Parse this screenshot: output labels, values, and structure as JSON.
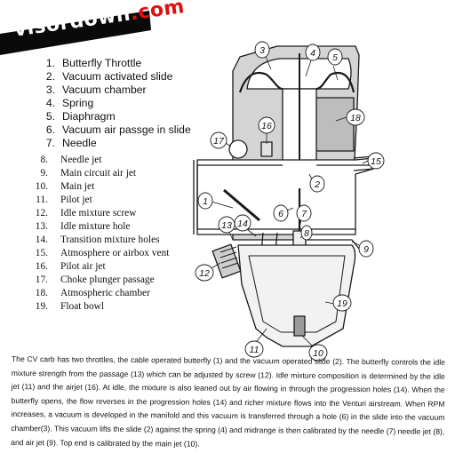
{
  "logo": {
    "text_white": "visordown",
    "text_red": ".com"
  },
  "legend_primary": [
    {
      "num": "1.",
      "label": "Butterfly Throttle"
    },
    {
      "num": "2.",
      "label": "Vacuum activated slide"
    },
    {
      "num": "3.",
      "label": "Vacuum chamber"
    },
    {
      "num": "4.",
      "label": "Spring"
    },
    {
      "num": "5.",
      "label": "Diaphragm"
    },
    {
      "num": "6.",
      "label": "Vacuum air passge in slide"
    },
    {
      "num": "7.",
      "label": "Needle"
    }
  ],
  "legend_secondary": [
    {
      "num": "8.",
      "label": "Needle jet"
    },
    {
      "num": "9.",
      "label": "Main circuit air jet"
    },
    {
      "num": "10.",
      "label": "Main jet"
    },
    {
      "num": "11.",
      "label": "Pilot jet"
    },
    {
      "num": "12.",
      "label": "Idle mixture screw"
    },
    {
      "num": "13.",
      "label": "Idle mixture hole"
    },
    {
      "num": "14.",
      "label": "Transition mixture holes"
    },
    {
      "num": "15.",
      "label": "Atmosphere or airbox vent"
    },
    {
      "num": "16.",
      "label": "Pilot air jet"
    },
    {
      "num": "17.",
      "label": "Choke plunger passage"
    },
    {
      "num": "18.",
      "label": "Atmospheric chamber"
    },
    {
      "num": "19.",
      "label": "Float bowl"
    }
  ],
  "callouts": [
    {
      "id": "1",
      "label": "1"
    },
    {
      "id": "2",
      "label": "2"
    },
    {
      "id": "3",
      "label": "3"
    },
    {
      "id": "4",
      "label": "4"
    },
    {
      "id": "5",
      "label": "5"
    },
    {
      "id": "6",
      "label": "6"
    },
    {
      "id": "7",
      "label": "7"
    },
    {
      "id": "8",
      "label": "8"
    },
    {
      "id": "9",
      "label": "9"
    },
    {
      "id": "10",
      "label": "10"
    },
    {
      "id": "11",
      "label": "11"
    },
    {
      "id": "12",
      "label": "12"
    },
    {
      "id": "13",
      "label": "13"
    },
    {
      "id": "14",
      "label": "14"
    },
    {
      "id": "15",
      "label": "15"
    },
    {
      "id": "16",
      "label": "16"
    },
    {
      "id": "17",
      "label": "17"
    },
    {
      "id": "18",
      "label": "18"
    },
    {
      "id": "19",
      "label": "19"
    }
  ],
  "caption": "The CV carb has two throttles, the cable operated butterfly (1) and the vacuum operated slide (2). The butterfly controls the idle mixture strength from the passage (13) which can be adjusted by screw (12). Idle mixture composition is determined by the idle jet (11) and the airjet (16). At idle, the mixture is also leaned out by air flowing in through the progression holes (14). When the butterfly opens, the flow reverses in the progression holes (14) and richer mixture flows into the Venturi airstream. When RPM increases, a vacuum is developed in the manifold and this vacuum is transferred through a hole (6) in the slide into the vacuum chamber(3). This vacuum lifts the slide (2) against the spring (4) and midrange is then calibrated by the needle (7) needle jet (8), and air jet (9). Top end is calibrated by the main jet (10).",
  "colors": {
    "logo_band": "#0a0a0a",
    "logo_accent": "#e01010",
    "line": "#1a1a1a",
    "body_shade": "#c9c9c9",
    "light_shade": "#ececec"
  }
}
